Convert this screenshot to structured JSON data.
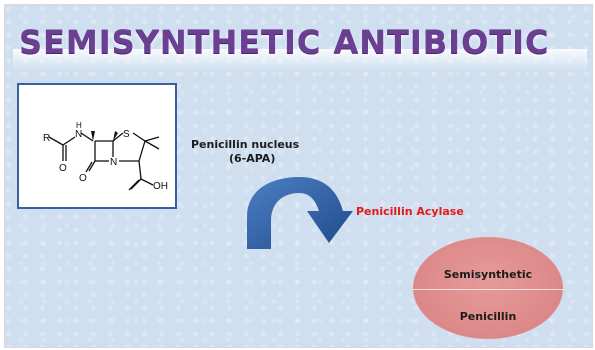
{
  "slide": {
    "title": "SEMISYNTHETIC ANTIBIOTIC"
  },
  "structure": {
    "labels": {
      "r_group": "R",
      "nh": "N",
      "h": "H",
      "s": "S",
      "n_ring": "N",
      "o_amide": "O",
      "o_lactam": "O",
      "oh": "OH"
    }
  },
  "nucleus": {
    "line1": "Penicillin nucleus",
    "line2": "(6-APA)"
  },
  "enzyme": {
    "label": "Penicillin Acylase",
    "color": "#e21b1b"
  },
  "product": {
    "line1": "Semisynthetic",
    "line2": "Penicillin",
    "fill": "#e08c8c"
  },
  "colors": {
    "title": "#6b3f92",
    "arrow": "#2f5d9e",
    "box_border": "#3a5f9e"
  }
}
